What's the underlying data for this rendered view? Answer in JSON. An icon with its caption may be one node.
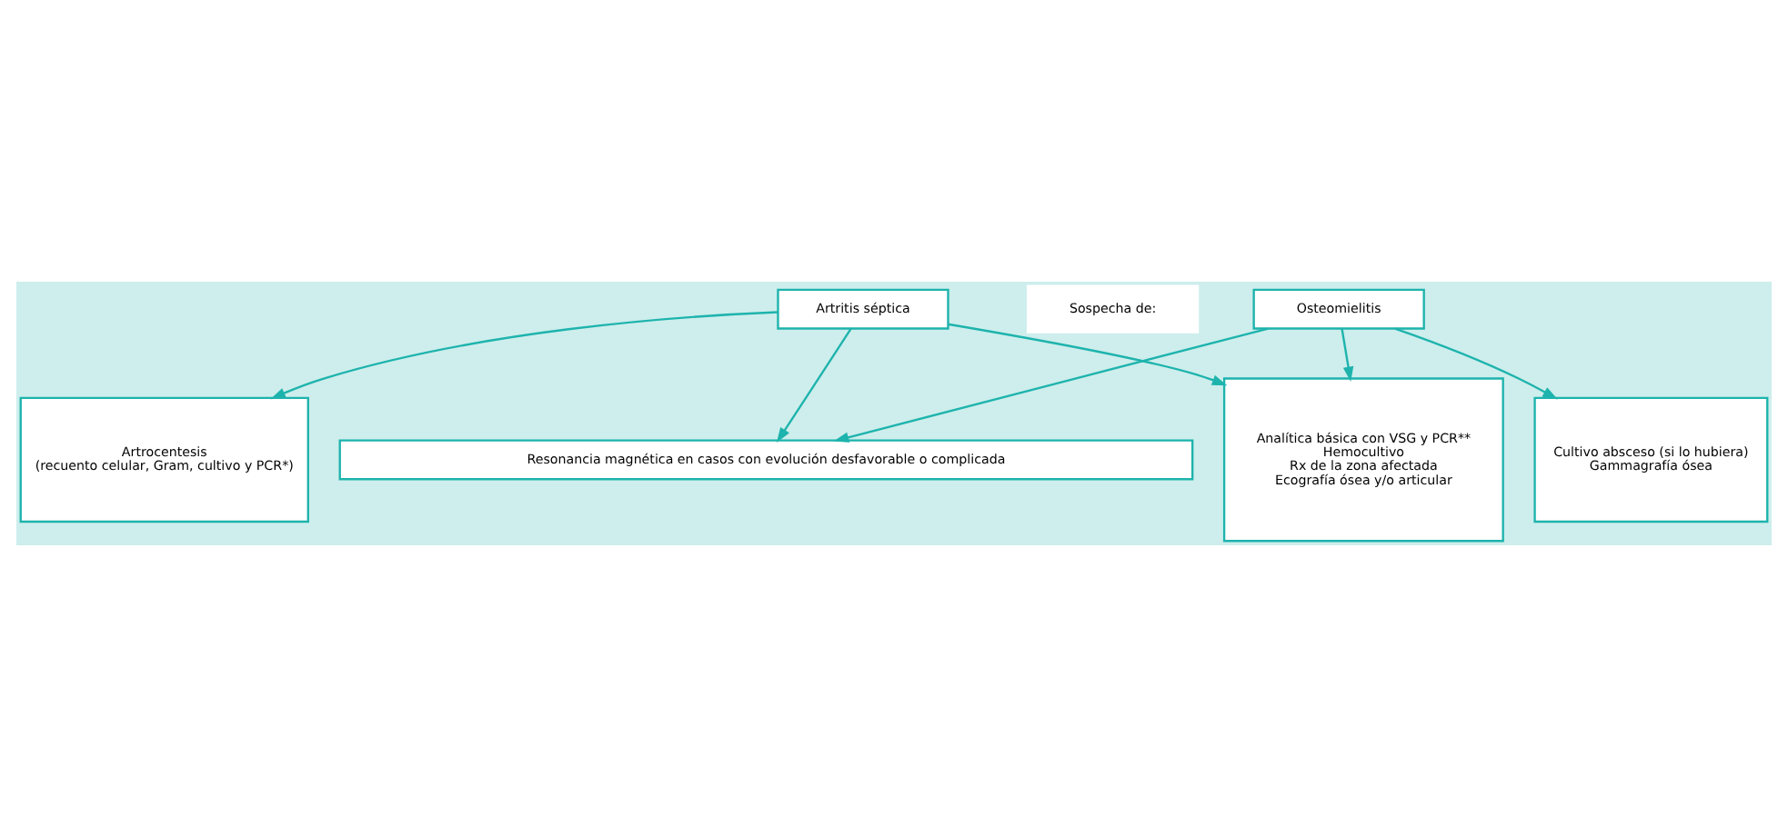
{
  "diagram": {
    "nodes": [
      {
        "text": [
          "Sospecha de:"
        ]
      },
      {
        "text": [
          "Artritis séptica"
        ]
      },
      {
        "text": [
          "Osteomielitis"
        ]
      },
      {
        "text": [
          "Artrocentesis",
          "(recuento celular, Gram, cultivo y PCR*)"
        ]
      },
      {
        "text": [
          "Analítica básica con VSG y PCR**",
          "Hemocultivo",
          "Rx de la zona afectada",
          "Ecografía ósea y/o articular"
        ]
      },
      {
        "text": [
          "Cultivo absceso (si lo hubiera)",
          "Gammagrafía ósea"
        ]
      },
      {
        "text": [
          "Resonancia magnética en casos con evolución desfavorable o complicada"
        ]
      }
    ],
    "edges": [
      {
        "from": 1,
        "to": 3,
        "arrow": "to"
      },
      {
        "from": 1,
        "to": 4,
        "arrow": "to"
      },
      {
        "from": 2,
        "to": 4,
        "arrow": "to"
      },
      {
        "from": 2,
        "to": 5,
        "arrow": "to"
      },
      {
        "from": 1,
        "to": 6,
        "arrow": "to"
      },
      {
        "from": 2,
        "to": 6,
        "arrow": "to"
      }
    ]
  }
}
